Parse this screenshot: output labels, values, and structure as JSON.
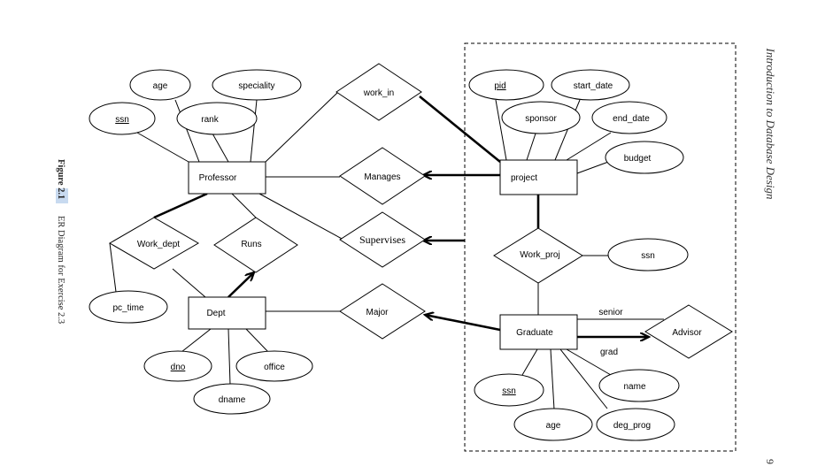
{
  "page": {
    "running_title": "Introduction to Database Design",
    "page_number": "9",
    "figure_label": "Figure 2.1",
    "figure_caption": "ER Diagram for Exercise 2.3"
  },
  "entities": {
    "professor": "Professor",
    "project": "project",
    "dept": "Dept",
    "graduate": "Graduate"
  },
  "relationships": {
    "work_in": "work_in",
    "manages": "Manages",
    "supervises": "Supervises",
    "work_dept": "Work_dept",
    "runs": "Runs",
    "major": "Major",
    "work_proj": "Work_proj",
    "advisor": "Advisor"
  },
  "attributes": {
    "prof_age": "age",
    "prof_speciality": "speciality",
    "prof_ssn": "ssn",
    "prof_rank": "rank",
    "pc_time": "pc_time",
    "dno": "dno",
    "office": "office",
    "dname": "dname",
    "pid": "pid",
    "start_date": "start_date",
    "sponsor": "sponsor",
    "end_date": "end_date",
    "budget": "budget",
    "work_proj_ssn": "ssn",
    "grad_ssn": "ssn",
    "grad_age": "age",
    "grad_name": "name",
    "deg_prog": "deg_prog"
  },
  "role_labels": {
    "senior": "senior",
    "grad": "grad"
  }
}
